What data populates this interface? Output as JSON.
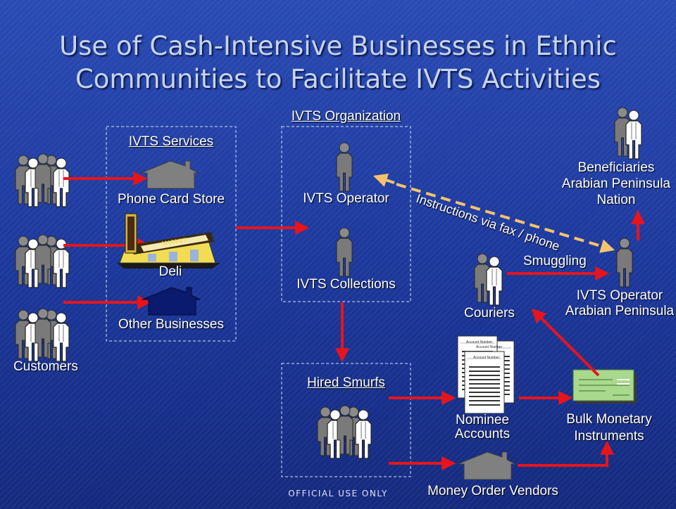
{
  "title": {
    "line1": "Use of Cash-Intensive Businesses in Ethnic",
    "line2": "Communities to Facilitate IVTS Activities"
  },
  "groups": {
    "ivts_services": "IVTS Services",
    "ivts_organization": "IVTS Organization",
    "hired_smurfs": "Hired Smurfs"
  },
  "nodes": {
    "phone_card_store": "Phone Card Store",
    "deli": "Deli",
    "deli_sign": "MARKET",
    "other_businesses": "Other Businesses",
    "customers": "Customers",
    "ivts_operator": "IVTS Operator",
    "ivts_collections": "IVTS Collections",
    "beneficiaries_line1": "Beneficiaries",
    "beneficiaries_line2": "Arabian Peninsula",
    "beneficiaries_line3": "Nation",
    "couriers": "Couriers",
    "ivts_operator_ap_line1": "IVTS Operator",
    "ivts_operator_ap_line2": "Arabian Peninsula",
    "nominee_line1": "Nominee",
    "nominee_line2": "Accounts",
    "account_number": "Account Number",
    "bulk_line1": "Bulk Monetary",
    "bulk_line2": "Instruments",
    "money_order_vendors": "Money Order Vendors"
  },
  "edges": {
    "instructions": "Instructions via fax / phone",
    "smuggling": "Smuggling"
  },
  "footer": "OFFICIAL USE ONLY",
  "colors": {
    "background": "#1d3a96",
    "arrow": "#e8141c",
    "dashed_arrow": "#f5c36b",
    "person_gray": "#7a7a7a",
    "building_gray": "#808080",
    "building_navy": "#0a1a6e",
    "check_green": "#a8d98c"
  },
  "icons": [
    "person-icon",
    "house-icon",
    "deli-building-icon",
    "document-icon",
    "check-icon"
  ]
}
